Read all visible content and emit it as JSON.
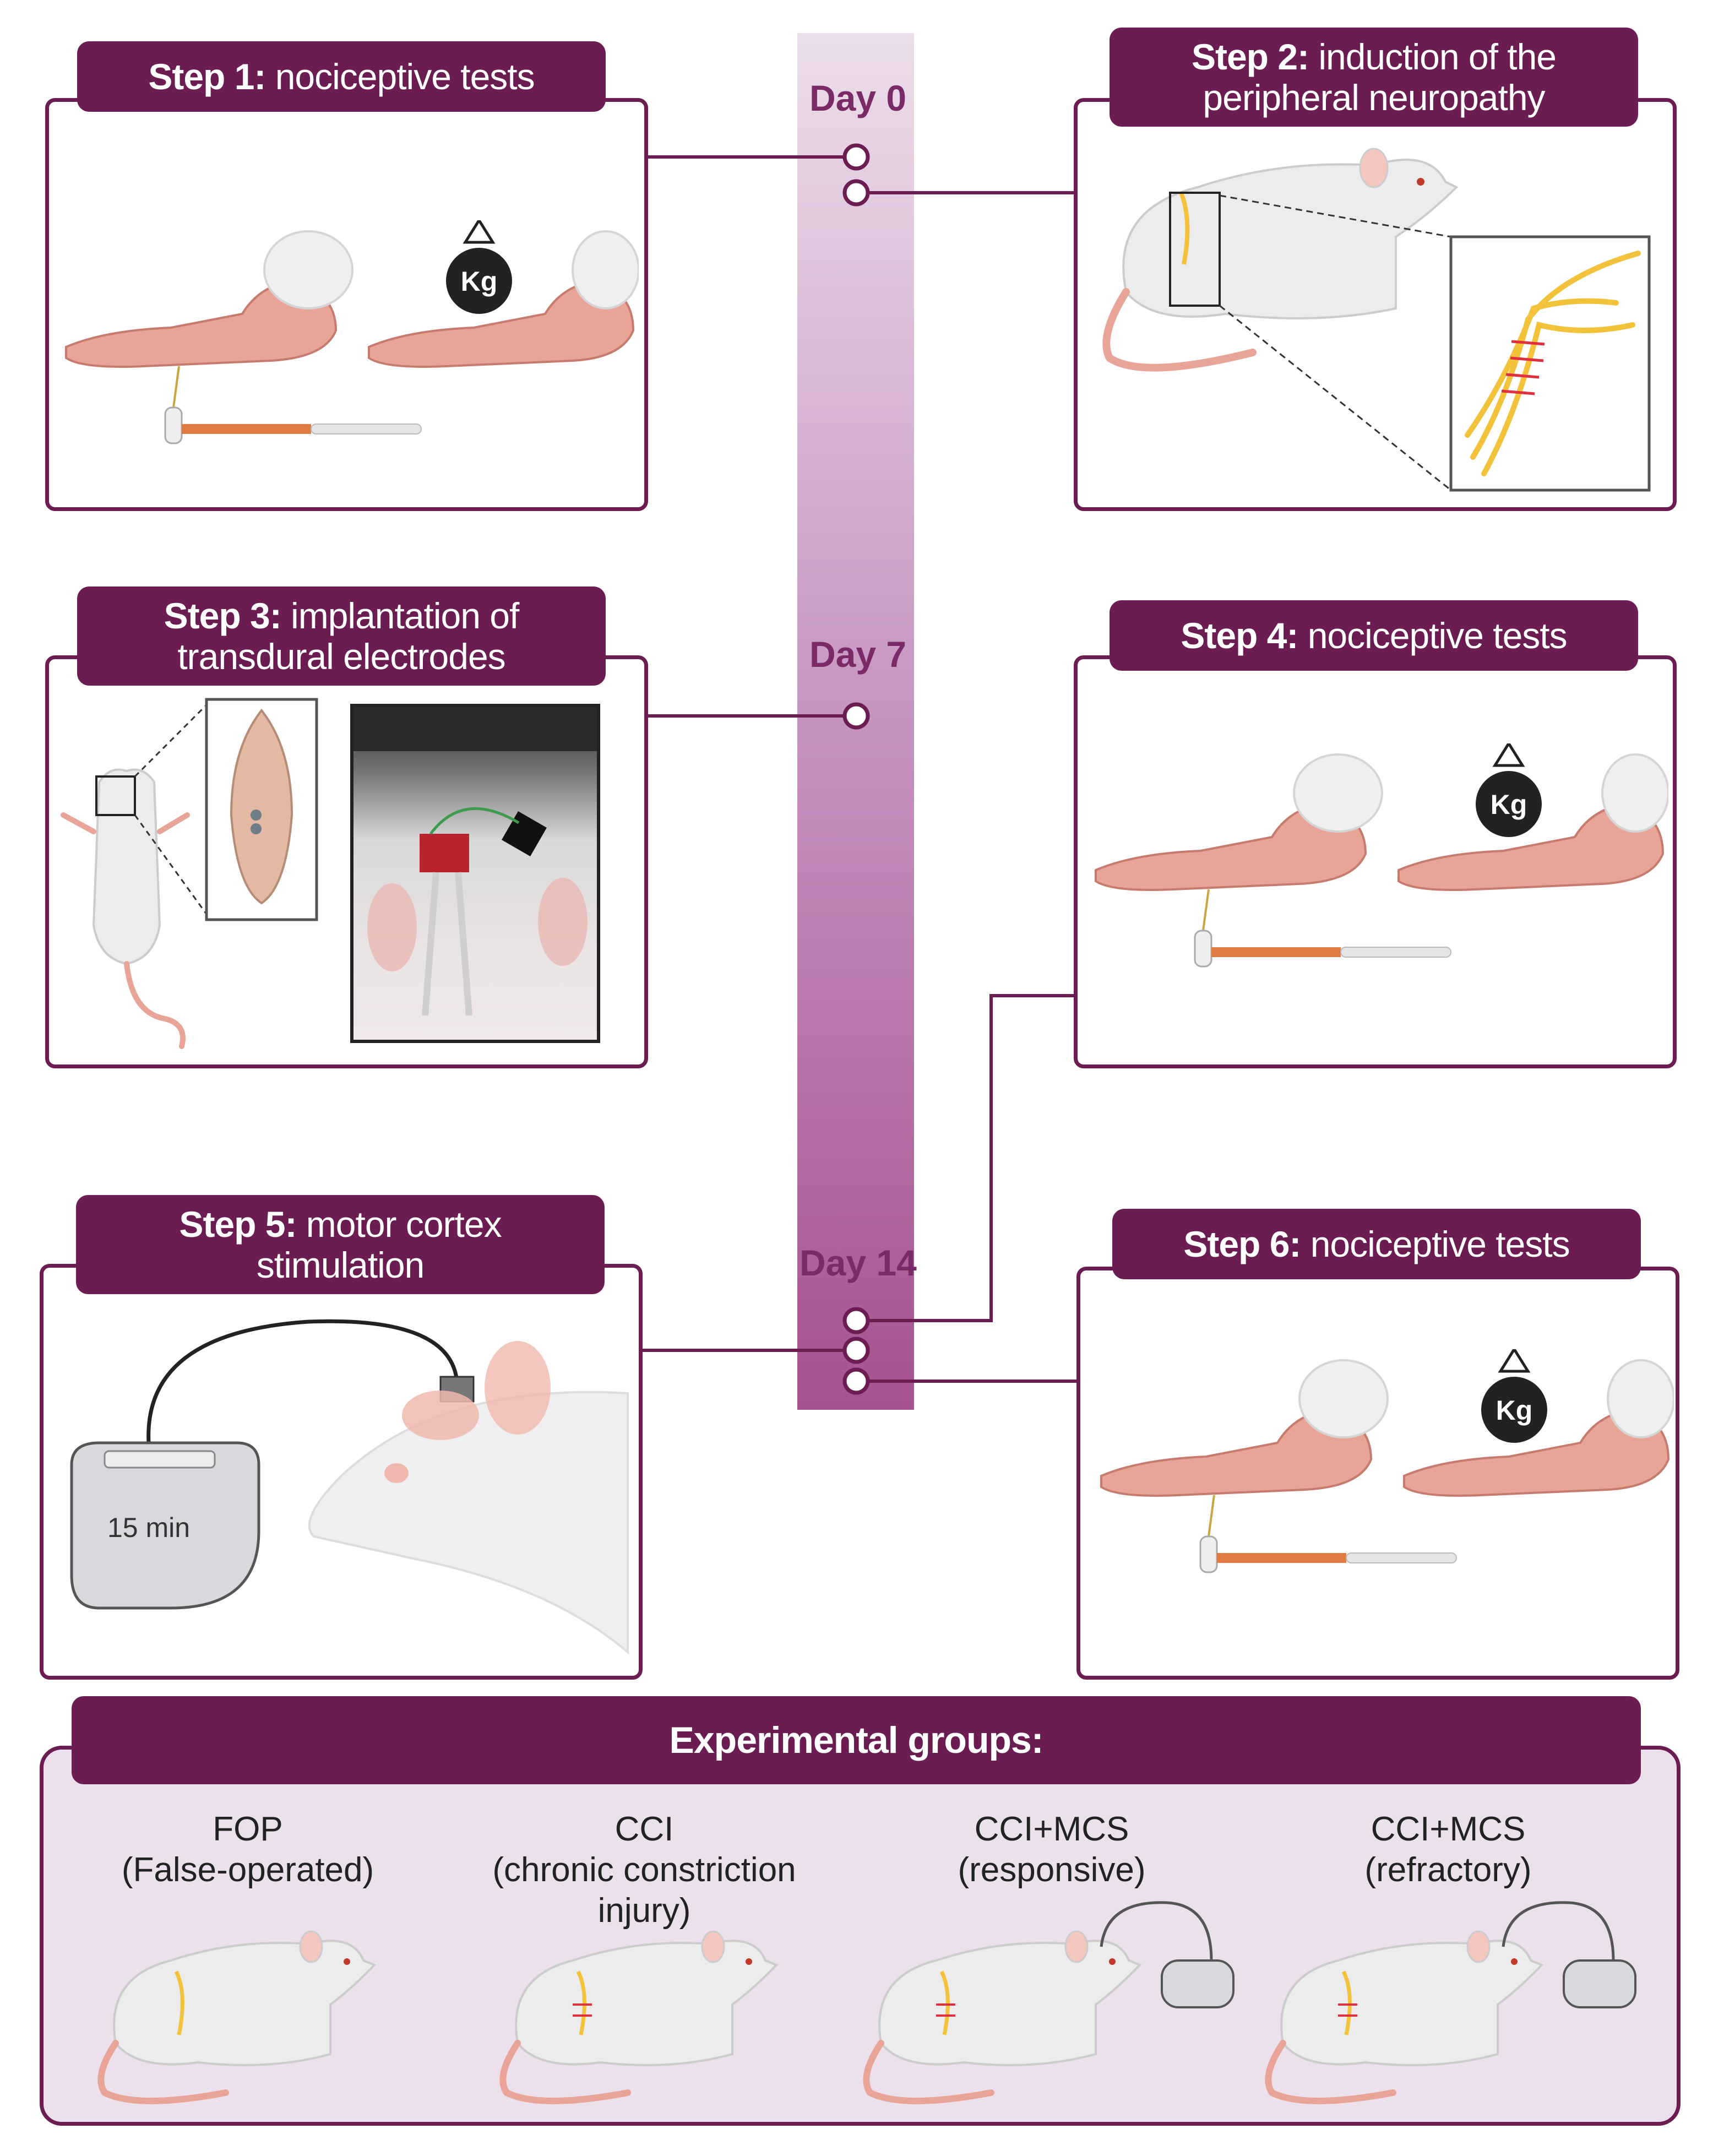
{
  "timeline": {
    "days": [
      "Day 0",
      "Day 7",
      "Day 14"
    ]
  },
  "steps": [
    {
      "title_bold": "Step 1:",
      "title_rest": " nociceptive tests"
    },
    {
      "title_bold": "Step 2:",
      "title_rest": " induction of the",
      "title_line2": "peripheral neuropathy"
    },
    {
      "title_bold": "Step 3:",
      "title_rest": " implantation of",
      "title_line2": "transdural electrodes"
    },
    {
      "title_bold": "Step 4:",
      "title_rest": " nociceptive tests"
    },
    {
      "title_bold": "Step 5:",
      "title_rest": " motor cortex",
      "title_line2": "stimulation"
    },
    {
      "title_bold": "Step 6:",
      "title_rest": " nociceptive tests"
    }
  ],
  "weight_label": "Kg",
  "stimulator_label": "15 min",
  "groups": {
    "title": "Experimental groups:",
    "items": [
      {
        "name": "FOP",
        "desc": "(False-operated)"
      },
      {
        "name": "CCI",
        "desc": "(chronic constriction injury)"
      },
      {
        "name": "CCI+MCS",
        "desc": "(responsive)"
      },
      {
        "name": "CCI+MCS",
        "desc": "(refractory)"
      }
    ]
  },
  "colors": {
    "accent": "#6b1d52",
    "timeline": "#c693c0",
    "paw": "#e8a597",
    "nerve": "#f2c23a"
  }
}
